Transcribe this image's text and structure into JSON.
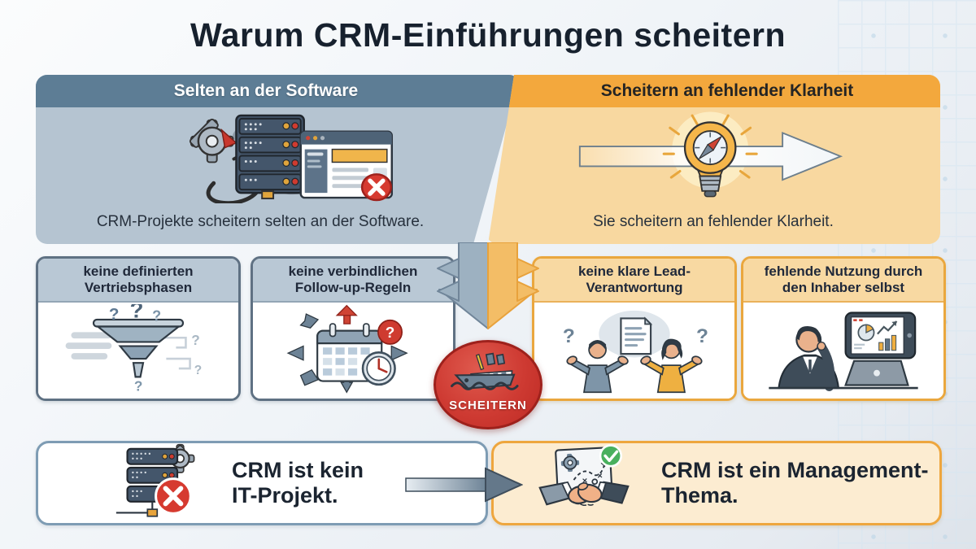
{
  "title": "Warum CRM-Einführungen scheitern",
  "top_panels": {
    "software": {
      "header": "Selten an der Software",
      "caption": "CRM-Projekte scheitern selten an der Software.",
      "icon": "tangled-server-browser-icon",
      "header_color": "#5d7d95",
      "body_color": "#b5c4d1"
    },
    "clarity": {
      "header": "Scheitern an fehlender Klarheit",
      "caption": "Sie scheitern an fehlender Klarheit.",
      "icon": "lightbulb-compass-arrow-icon",
      "header_color": "#f3a83d",
      "body_color": "#f8d8a0"
    }
  },
  "causes": [
    {
      "title": "keine definierten Vertriebsphasen",
      "icon": "sales-funnel-icon",
      "theme": "gray"
    },
    {
      "title": "keine verbindlichen Follow-up-Regeln",
      "icon": "calendar-clock-icon",
      "theme": "gray"
    },
    {
      "title": "keine klare Lead-Verantwortung",
      "icon": "shrugging-people-icon",
      "theme": "orange"
    },
    {
      "title": "fehlende Nutzung durch den Inhaber selbst",
      "icon": "owner-laptop-icon",
      "theme": "orange"
    }
  ],
  "failure_badge": {
    "label": "SCHEITERN",
    "icon": "sinking-ship-icon",
    "color": "#ce3a32"
  },
  "conclusion": {
    "negative": {
      "text": "CRM ist kein IT-Projekt.",
      "icon": "server-error-icon"
    },
    "positive": {
      "text": "CRM ist ein Management-Thema.",
      "icon": "handshake-check-icon"
    }
  },
  "colors": {
    "title_text": "#17212e",
    "gray_accent": "#5d7d95",
    "orange_accent": "#f3a83d",
    "failure_red": "#ce3a32",
    "arrow_gray": "#6d8396"
  }
}
